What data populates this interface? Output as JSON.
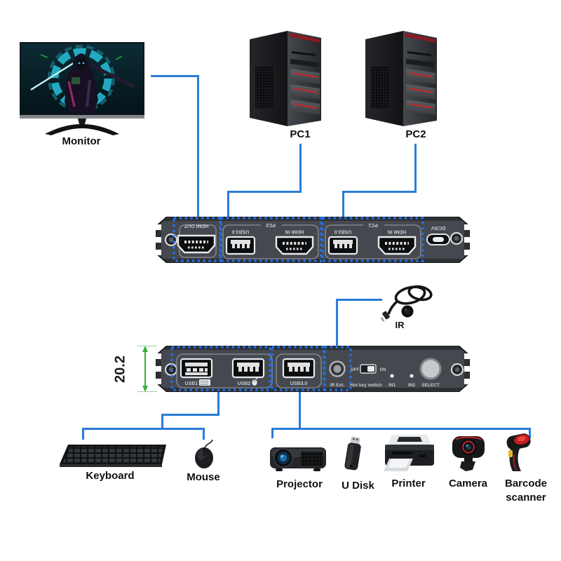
{
  "diagram": {
    "monitor": "Monitor",
    "pc1": "PC1",
    "pc2": "PC2",
    "ir": "IR",
    "keyboard": "Keyboard",
    "mouse": "Mouse",
    "projector": "Projector",
    "udisk": "U Disk",
    "printer": "Printer",
    "camera": "Camera",
    "barcode1": "Barcode",
    "barcode2": "scanner",
    "height_dim": "20.2"
  },
  "back_panel": {
    "hdmi_out": "HDMI OUT",
    "pc2_group": "PC2",
    "pc2_usb": "USB3.0",
    "pc2_hdmi": "HDMI IN",
    "pc1_group": "PC1",
    "pc1_usb": "USB3.0",
    "pc1_hdmi": "HDMI IN",
    "power": "DC/5V"
  },
  "front_panel": {
    "usb1": "USB1",
    "usb2": "USB2",
    "usb3": "USB3.0",
    "ir_ext": "IR Ext.",
    "off": "OFF",
    "on": "ON",
    "hot_key": "Hot key switch",
    "in1": "IN1",
    "in2": "IN2",
    "select": "SELECT"
  },
  "colors": {
    "cable_blue": "#2a7cd8",
    "dotted_blue": "#2270e8",
    "dimension_green": "#3aae3a",
    "device_body": "#43474d",
    "accent_red": "#c9282e"
  }
}
